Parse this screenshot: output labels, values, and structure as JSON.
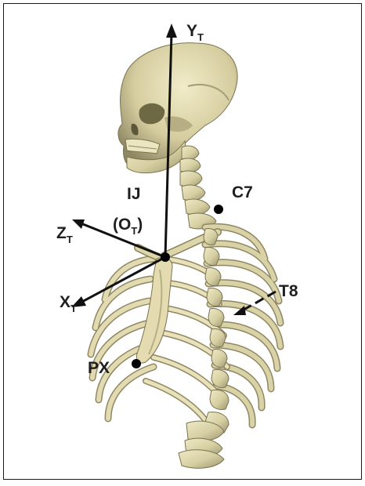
{
  "figure": {
    "labels": {
      "y_axis": "Y",
      "y_axis_sub": "T",
      "z_axis": "Z",
      "z_axis_sub": "T",
      "x_axis": "X",
      "x_axis_sub": "T",
      "origin_pre": "(O",
      "origin_sub": "T",
      "origin_post": ")",
      "ij": "IJ",
      "c7": "C7",
      "t8": "T8",
      "px": "PX"
    },
    "colors": {
      "bone": "#d9d2a6",
      "bone_shade": "#a9a076",
      "bone_dark": "#6e6848",
      "axes": "#111111",
      "landmark": "#000000"
    }
  }
}
